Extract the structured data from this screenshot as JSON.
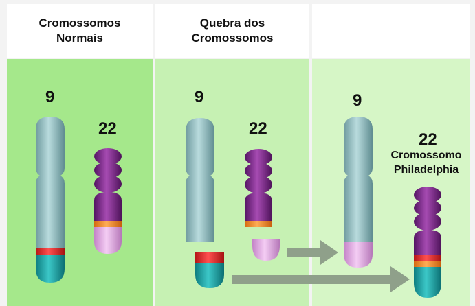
{
  "headers": {
    "col1": "Cromossomos\nNormais",
    "col2": "Quebra dos\nCromossomos",
    "col3": ""
  },
  "panel1": {
    "label_9": "9",
    "label_22": "22"
  },
  "panel2": {
    "label_9": "9",
    "label_22": "22"
  },
  "panel3": {
    "label_9": "9",
    "label_22": "22",
    "philadelphia": "Cromossomo\nPhiladelphia"
  },
  "colors": {
    "panel1_bg": "#a5e88b",
    "panel2_bg": "#c6f1b3",
    "panel3_bg": "#d6f6c6",
    "chr9": "#93bcbf",
    "chr9_pink": "#e0a6e0",
    "chr22": "#7d2388",
    "chr22_pink": "#e6a8e8",
    "band_orange": "#f08a1c",
    "band_red": "#e0262a",
    "teal": "#1ea6a6",
    "arrow": "#8fa08a"
  }
}
